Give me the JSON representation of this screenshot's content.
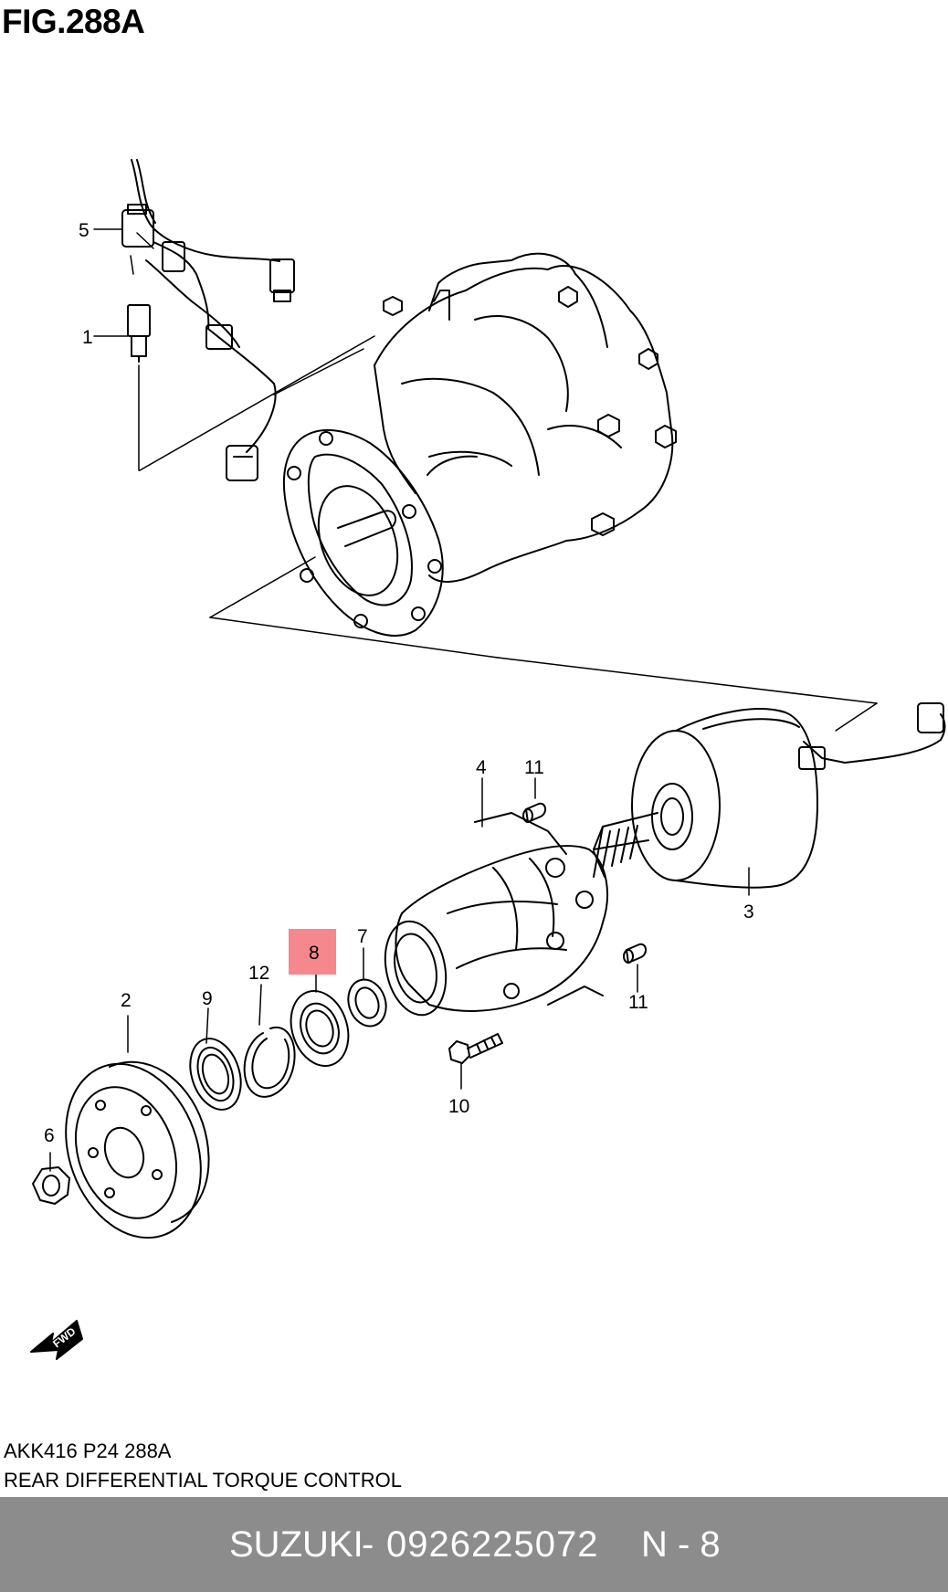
{
  "figure": {
    "title": "FIG.288A"
  },
  "callouts": {
    "c1": "1",
    "c2": "2",
    "c3": "3",
    "c4": "4",
    "c5": "5",
    "c6": "6",
    "c7": "7",
    "c8": "8",
    "c9": "9",
    "c10": "10",
    "c11a": "11",
    "c11b": "11",
    "c12": "12"
  },
  "highlight": {
    "label": "8",
    "color": "#f4888c"
  },
  "fwd_badge": {
    "text": "FWD"
  },
  "caption": {
    "code": "AKK416 P24 288A",
    "title": "REAR DIFFERENTIAL TORQUE CONTROL"
  },
  "footer": {
    "brand": "SUZUKI",
    "dash": "-",
    "part_number": "0926225072",
    "reference": "N - 8",
    "background": "#8c8c8c"
  }
}
